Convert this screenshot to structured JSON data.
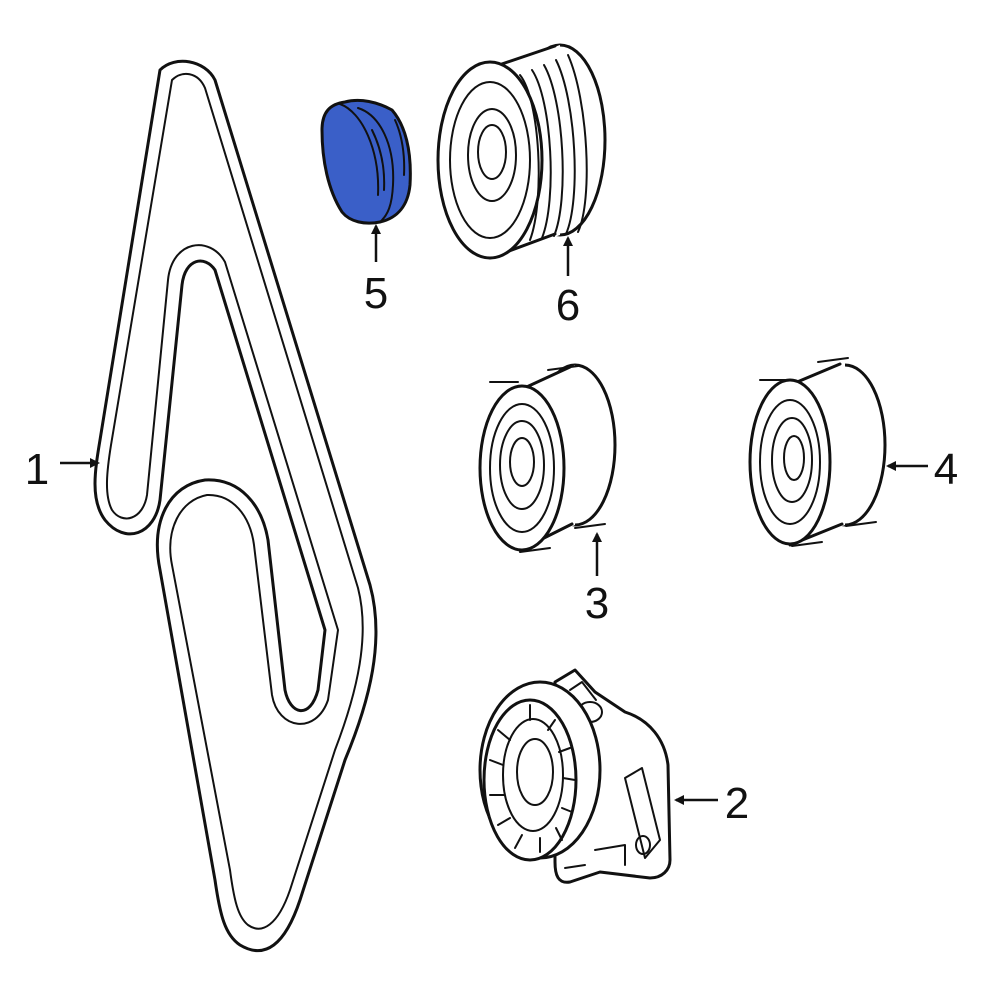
{
  "callouts": [
    {
      "id": "1",
      "label": "1"
    },
    {
      "id": "2",
      "label": "2"
    },
    {
      "id": "3",
      "label": "3"
    },
    {
      "id": "4",
      "label": "4"
    },
    {
      "id": "5",
      "label": "5"
    },
    {
      "id": "6",
      "label": "6"
    }
  ],
  "colors": {
    "highlight": "#3a5fc8",
    "line": "#111111",
    "background": "#ffffff"
  }
}
